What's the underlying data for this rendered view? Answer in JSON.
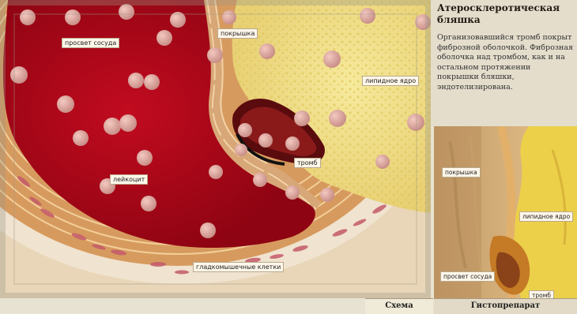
{
  "panel": {
    "title": "Атеросклеротическая бляшка",
    "description": "Организовавшийся тромб покрыт фиброзной оболочкой. Фиброзная оболочка над тромбом, как и на остальном протяжении покрышки бляшки, эндотелизирована."
  },
  "scheme_labels": {
    "blood_flow": "просвет сосуда",
    "cover": "покрышка",
    "lipid_core": "липидное ядро",
    "thrombus": "тромб",
    "leukocyte": "лейкоцит",
    "smooth_muscle": "гладкомышечные клетки"
  },
  "histo_labels": {
    "cover": "покрышка",
    "lipid_core": "липидное ядро",
    "lumen": "просвет сосуда",
    "thrombus": "тромб"
  },
  "tabs": {
    "scheme": "Схема",
    "histo": "Гистопрепарат"
  },
  "colors": {
    "blood": "#b3061a",
    "vessel_wall": "#d9a46a",
    "lipid": "#f1e28e",
    "panel_bg": "#e4ddcc"
  }
}
